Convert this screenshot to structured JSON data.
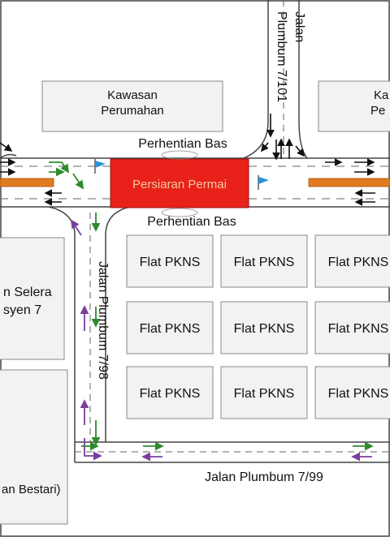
{
  "colors": {
    "block_fill": "#f2f2f2",
    "block_stroke": "#888888",
    "median": "#e07b1f",
    "highlight": "#e8211a",
    "highlight_text": "#f5c9a0",
    "arrow_black": "#111111",
    "arrow_green": "#2e8b2e",
    "arrow_purple": "#7a3e9d",
    "flag": "#2a90d9"
  },
  "labels": {
    "jalan_top": "Jalan",
    "plumbum_7_101": "Plumbum 7/101",
    "kawasan_line1": "Kawasan",
    "perumahan_line2": "Perumahan",
    "kawasan_right_line1": "Ka",
    "kawasan_right_line2": "Pe",
    "perhentian_bas_top": "Perhentian Bas",
    "perhentian_bas_bottom": "Perhentian Bas",
    "persiaran_permai": "Persiaran Permai",
    "jalan_plumbum_7_98": "Jalan Plumbum 7/98",
    "jalan_plumbum_7_99": "Jalan Plumbum 7/99",
    "selera_line1": "n Selera",
    "selera_line2": "syen 7",
    "bestari": "an Bestari)"
  },
  "flats": [
    {
      "label": "Flat PKNS"
    },
    {
      "label": "Flat PKNS"
    },
    {
      "label": "Flat PKNS"
    },
    {
      "label": "Flat PKNS"
    },
    {
      "label": "Flat PKNS"
    },
    {
      "label": "Flat PKNS"
    },
    {
      "label": "Flat PKNS"
    },
    {
      "label": "Flat PKNS"
    },
    {
      "label": "Flat PKNS"
    }
  ],
  "icons": {
    "flag_left": "flag-icon",
    "flag_right": "flag-icon",
    "direction_arrow": "arrow-icon"
  }
}
